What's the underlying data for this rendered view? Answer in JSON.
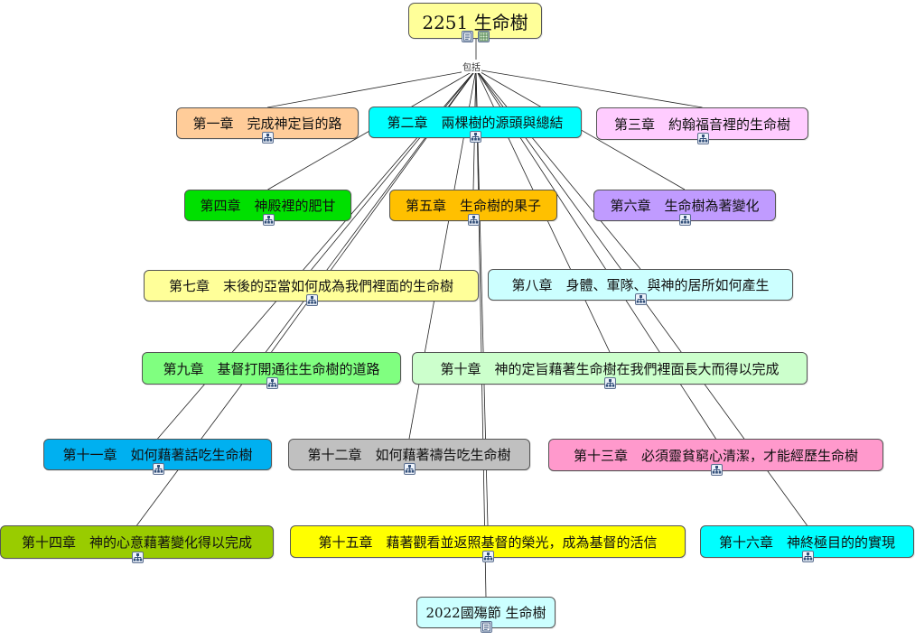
{
  "root": {
    "title": "2251 生命樹",
    "color": "#ffff99"
  },
  "link_label": "包括",
  "chapters": [
    {
      "label": "第一章　完成神定旨的路",
      "color": "#ffcc99"
    },
    {
      "label": "第二章　兩棵樹的源頭與總結",
      "color": "#00ffff"
    },
    {
      "label": "第三章　約翰福音裡的生命樹",
      "color": "#ffccff"
    },
    {
      "label": "第四章　神殿裡的肥甘",
      "color": "#00e000"
    },
    {
      "label": "第五章　生命樹的果子",
      "color": "#ffc000"
    },
    {
      "label": "第六章　生命樹為著變化",
      "color": "#c09bff"
    },
    {
      "label": "第七章　末後的亞當如何成為我們裡面的生命樹",
      "color": "#ffff99"
    },
    {
      "label": "第八章　身體、軍隊、與神的居所如何產生",
      "color": "#ccffff"
    },
    {
      "label": "第九章　基督打開通往生命樹的道路",
      "color": "#80ff80"
    },
    {
      "label": "第十章　神的定旨藉著生命樹在我們裡面長大而得以完成",
      "color": "#ccffcc"
    },
    {
      "label": "第十一章　如何藉著話吃生命樹",
      "color": "#00b0f0"
    },
    {
      "label": "第十二章　如何藉著禱告吃生命樹",
      "color": "#c0c0c0"
    },
    {
      "label": "第十三章　必須靈貧窮心清潔，才能經歷生命樹",
      "color": "#ff99cc"
    },
    {
      "label": "第十四章　神的心意藉著變化得以完成",
      "color": "#99cc00"
    },
    {
      "label": "第十五章　藉著觀看並返照基督的榮光，成為基督的活信",
      "color": "#ffff00"
    },
    {
      "label": "第十六章　神終極目的的實現",
      "color": "#00ffff"
    }
  ],
  "footer": {
    "title": "2022國殤節 生命樹",
    "color": "#ccffff"
  },
  "icons": {
    "root": [
      "doc-icon",
      "table-icon"
    ],
    "chapter": "hierarchy-icon",
    "footer": "doc-icon"
  }
}
